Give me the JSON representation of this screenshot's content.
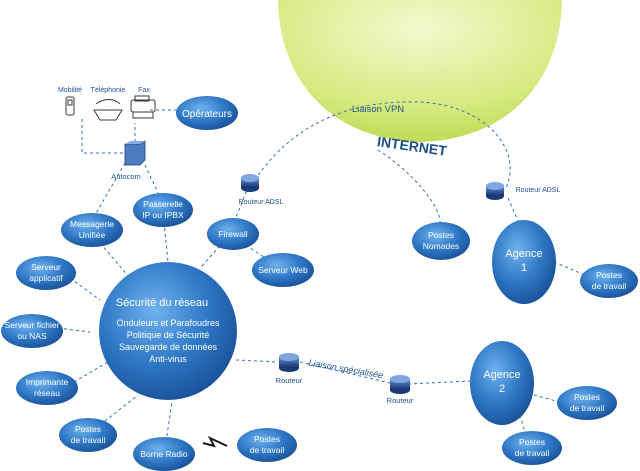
{
  "internet": {
    "label": "INTERNET",
    "vpn_label": "Liaison VPN"
  },
  "phones": {
    "mobile": "Mobilité",
    "telephone": "Téléphonie",
    "fax": "Fax"
  },
  "autocom": "Autocom",
  "routers": {
    "adsl_left": "Routeur ADSL",
    "adsl_right": "Routeur ADSL",
    "routeur_1": "Routeur",
    "routeur_2": "Routeur"
  },
  "liaison": "Liaison spécialisée",
  "nodes": {
    "operateurs": "Opérateurs",
    "passerelle": [
      "Passerelle",
      "IP ou IPBX"
    ],
    "messagerie": [
      "Messagerie",
      "Unifiée"
    ],
    "serveur_applicatif": [
      "Serveur",
      "applicatif"
    ],
    "serveur_fichier": [
      "Serveur fichier",
      "ou NAS"
    ],
    "imprimante": [
      "Imprimante",
      "réseau"
    ],
    "postes_travail_left": [
      "Postes",
      "de travail"
    ],
    "borne_radio": "Borne Radio",
    "postes_travail_bottom": [
      "Postes",
      "de travail"
    ],
    "firewall": "Firewall",
    "serveur_web": "Serveur Web",
    "postes_nomades": [
      "Postes",
      "Nomades"
    ],
    "agence1": [
      "Agence",
      "1"
    ],
    "postes_agence1": [
      "Postes",
      "de travail"
    ],
    "agence2": [
      "Agence",
      "2"
    ],
    "postes_agence2a": [
      "Postes",
      "de travail"
    ],
    "postes_agence2b": [
      "Postes",
      "de travail"
    ]
  },
  "security": {
    "title": "Sécurité du réseau",
    "items": [
      "Onduleurs et Parafoudres",
      "Politique de Sécurité",
      "Sauvegarde de données",
      "Anti-virus"
    ]
  },
  "colors": {
    "node": "#1f5fae",
    "node_light": "#6aa9e6",
    "text_dark": "#1f4f8a",
    "internet": "#d9ec8a",
    "dash": "#3a6fae"
  }
}
